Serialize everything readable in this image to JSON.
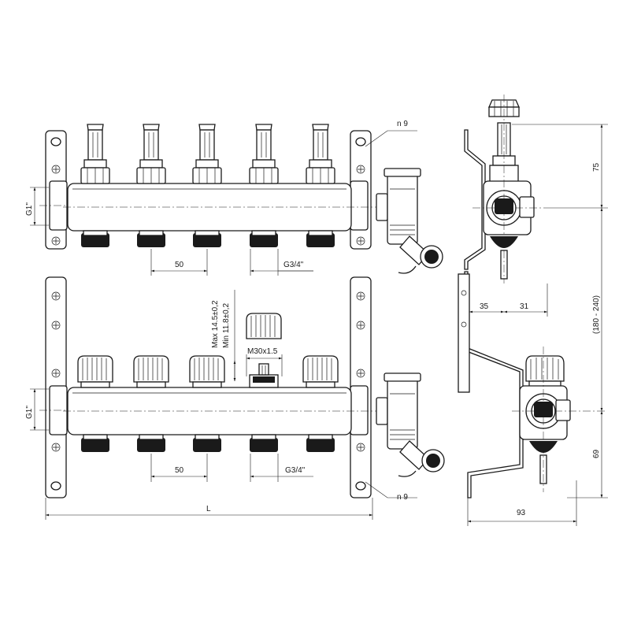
{
  "dimensions": {
    "pitch_top": "50",
    "thread_top": "G3/4\"",
    "pitch_bottom": "50",
    "thread_bottom": "G3/4\"",
    "connection_top": "G1\"",
    "connection_bottom": "G1\"",
    "hole_top": "n 9",
    "hole_bottom": "n 9",
    "length": "L",
    "cap_max": "Max 14.5±0,2",
    "cap_min": "Min 11.8±0,2",
    "cap_thread": "M30x1.5",
    "side_height_top": "75",
    "side_spacing": "(180 - 240)",
    "side_height_bottom": "69",
    "side_offset_left": "35",
    "side_offset_right": "31",
    "side_depth": "93"
  }
}
